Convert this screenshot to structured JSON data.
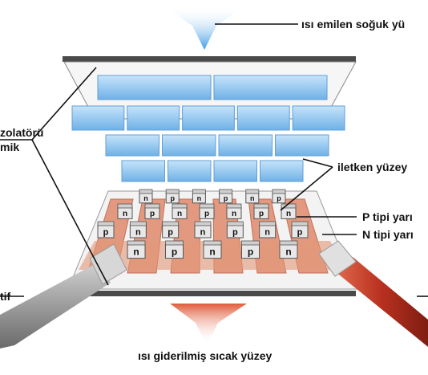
{
  "labels": {
    "cold_surface": "ısı emilen soğuk yü",
    "insulator_line1": "zolatörü",
    "insulator_line2": "mik",
    "conductive_surface": "iletken yüzey",
    "p_type": "P tipi yarı",
    "n_type": "N tipi yarı",
    "wire_left": "tif",
    "hot_surface": "ısı giderilmiş sıcak yüzey"
  },
  "pellet_letters": {
    "p": "p",
    "n": "n"
  },
  "colors": {
    "cold_arrow": "#4aa3e8",
    "hot_arrow": "#d9583a",
    "conductor_blue": "#8ec5ef",
    "copper_strip": "#d98060",
    "wire_red": "#c43a2a",
    "wire_grey": "#a0a0a0",
    "ceramic_plate": "#f4f4f4",
    "plate_edge": "#555555"
  }
}
